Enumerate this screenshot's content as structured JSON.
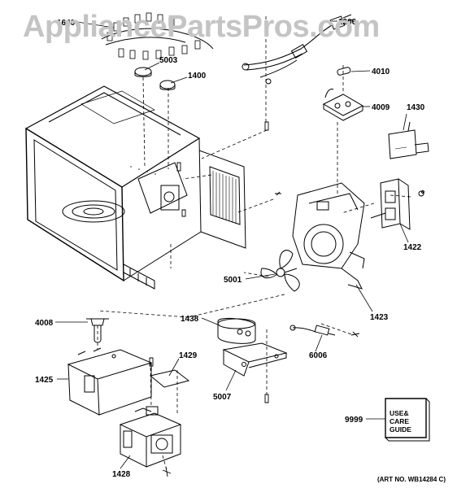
{
  "watermark": "AppliancePartsPros.com",
  "art_number": "(ART NO. WB14284 C)",
  "manual_lines": [
    "USE&",
    "CARE",
    "GUIDE"
  ],
  "callouts": {
    "p1640": "1640",
    "p1206": "1206",
    "p5003": "5003",
    "p1400": "1400",
    "p4010": "4010",
    "p4009": "4009",
    "p1430": "1430",
    "p1422": "1422",
    "p5001": "5001",
    "p1423": "1423",
    "p4008": "4008",
    "p1438": "1438",
    "p1429": "1429",
    "p6006": "6006",
    "p1425": "1425",
    "p5007": "5007",
    "p9999": "9999",
    "p1428": "1428"
  }
}
